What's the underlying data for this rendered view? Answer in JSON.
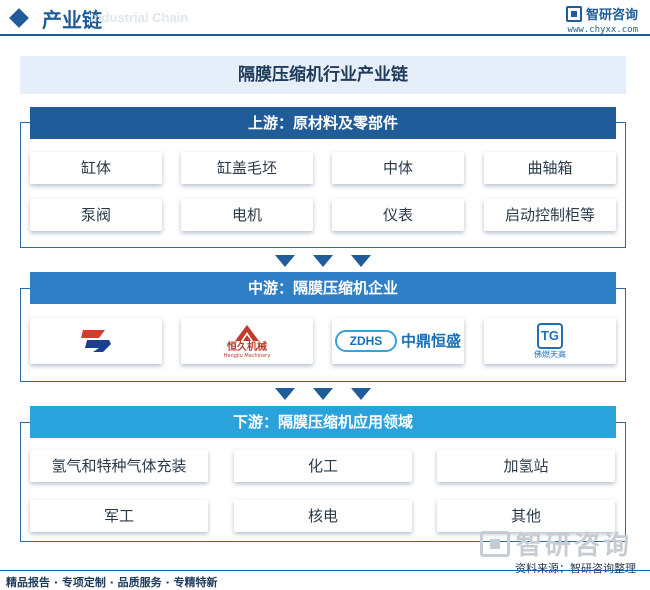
{
  "header": {
    "title": "产业链",
    "ghost_text": "Industrial Chain",
    "brand_name": "智研咨询",
    "brand_url": "www.chyxx.com"
  },
  "main_title": "隔膜压缩机行业产业链",
  "upstream": {
    "heading": "上游：原材料及零部件",
    "color": "#1f5c99",
    "items": [
      "缸体",
      "缸盖毛坯",
      "中体",
      "曲轴箱",
      "泵阀",
      "电机",
      "仪表",
      "启动控制柜等"
    ]
  },
  "midstream": {
    "heading": "中游：隔膜压缩机企业",
    "color": "#2f7fc6",
    "logos": [
      {
        "name": "logo-red-blue-emblem"
      },
      {
        "name": "logo-hengjiu",
        "text": "恒久机械",
        "sub": "Hengjiu Machinery"
      },
      {
        "name": "logo-zdhs",
        "text_en": "ZDHS",
        "text_cn": "中鼎恒盛"
      },
      {
        "name": "logo-foran",
        "text_mark": "TG",
        "text_cn": "佛燃天高"
      }
    ]
  },
  "downstream": {
    "heading": "下游：隔膜压缩机应用领域",
    "color": "#2aa3dc",
    "items": [
      "氢气和特种气体充装",
      "化工",
      "加氢站",
      "军工",
      "核电",
      "其他"
    ]
  },
  "watermark": "智研咨询",
  "source": "资料来源：智研咨询整理",
  "footer": "精品报告 · 专项定制 · 品质服务 · 专精特新"
}
